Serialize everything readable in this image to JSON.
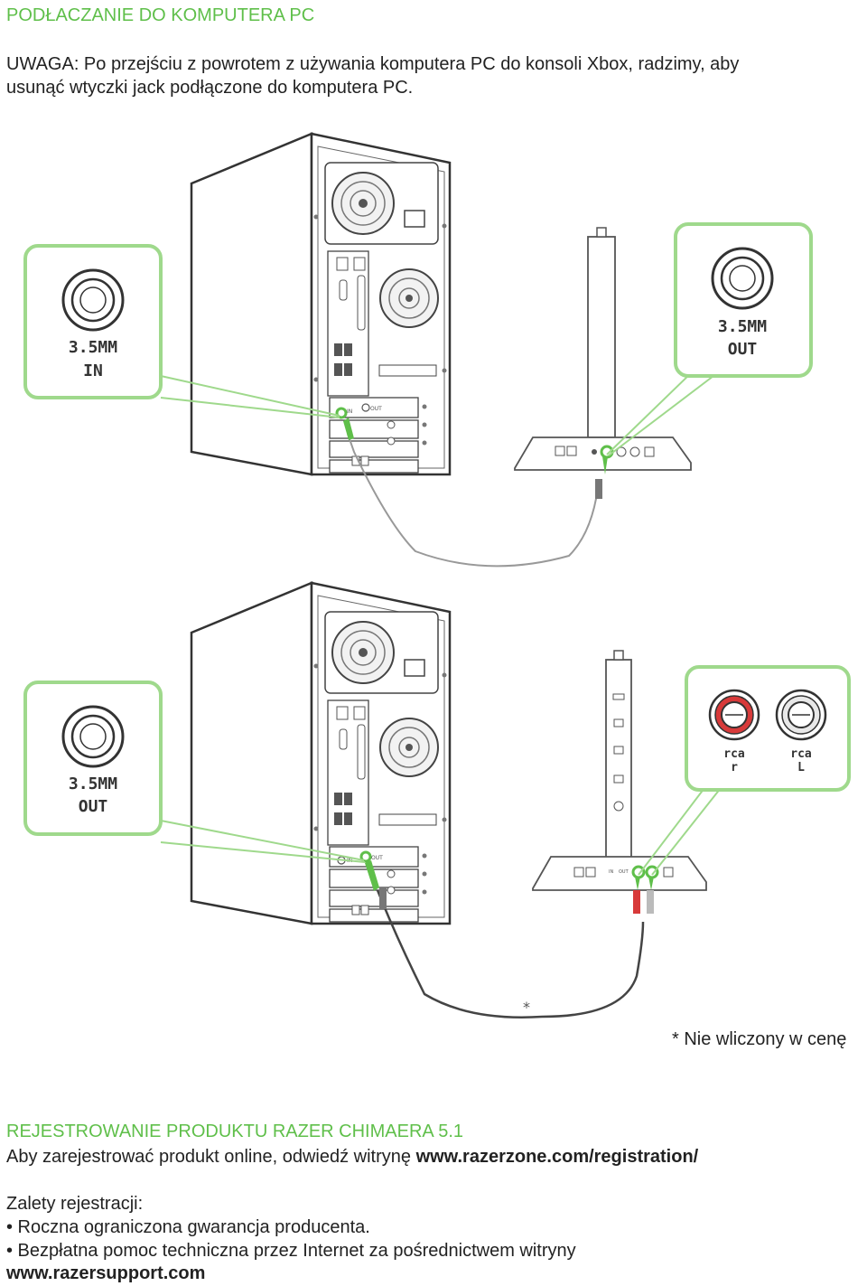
{
  "section1": {
    "title": "PODŁACZANIE DO KOMPUTERA PC",
    "note_line1": "UWAGA: Po przejściu z powrotem z używania komputera PC do konsoli Xbox, radzimy, aby",
    "note_line2": "usunąć wtyczki jack podłączone do komputera PC."
  },
  "diagram": {
    "callout_in": {
      "line1": "3.5MM",
      "line2": "IN"
    },
    "callout_out_stand": {
      "line1": "3.5MM",
      "line2": "OUT"
    },
    "callout_out_pc": {
      "line1": "3.5MM",
      "line2": "OUT"
    },
    "callout_rca_r": {
      "line1": "rca",
      "line2": "r"
    },
    "callout_rca_l": {
      "line1": "rca",
      "line2": "L"
    },
    "asterisk": "*",
    "port_in": "IN",
    "port_out": "OUT",
    "footnote": "* Nie wliczony w cenę"
  },
  "section2": {
    "title": "REJESTROWANIE PRODUKTU RAZER CHIMAERA 5.1",
    "line_prefix": "Aby zarejestrować produkt online, odwiedź witrynę ",
    "url": "www.razerzone.com/registration/",
    "benefits_title": "Zalety rejestracji:",
    "benefits": [
      "• Roczna ograniczona gwarancja producenta.",
      "• Bezpłatna pomoc techniczna przez Internet za pośrednictwem witryny"
    ],
    "support_url": "www.razersupport.com"
  },
  "colors": {
    "accent_green": "#5fbf4a",
    "callout_border": "#9fd98c",
    "rca_red": "#d83a3a"
  }
}
